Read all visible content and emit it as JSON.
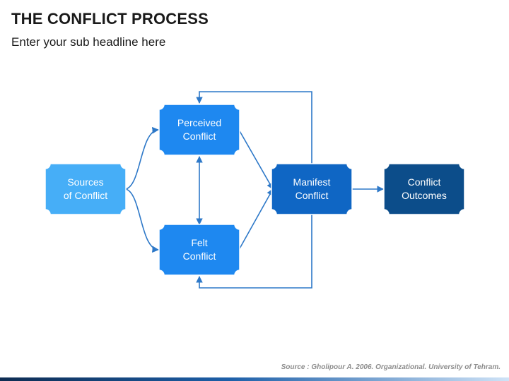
{
  "header": {
    "title": "THE CONFLICT PROCESS",
    "subtitle": "Enter your sub headline here"
  },
  "nodes": {
    "sources": {
      "line1": "Sources",
      "line2": "of Conflict",
      "color": "#46aef7"
    },
    "perceived": {
      "line1": "Perceived",
      "line2": "Conflict",
      "color": "#1e88f0"
    },
    "felt": {
      "line1": "Felt",
      "line2": "Conflict",
      "color": "#1e88f0"
    },
    "manifest": {
      "line1": "Manifest",
      "line2": "Conflict",
      "color": "#0f66c4"
    },
    "outcomes": {
      "line1": "Conflict",
      "line2": "Outcomes",
      "color": "#0c4d8a"
    }
  },
  "connector_color": "#2d78c8",
  "footer": {
    "source": "Source : Gholipour A. 2006. Organizational. University of Tehram."
  }
}
